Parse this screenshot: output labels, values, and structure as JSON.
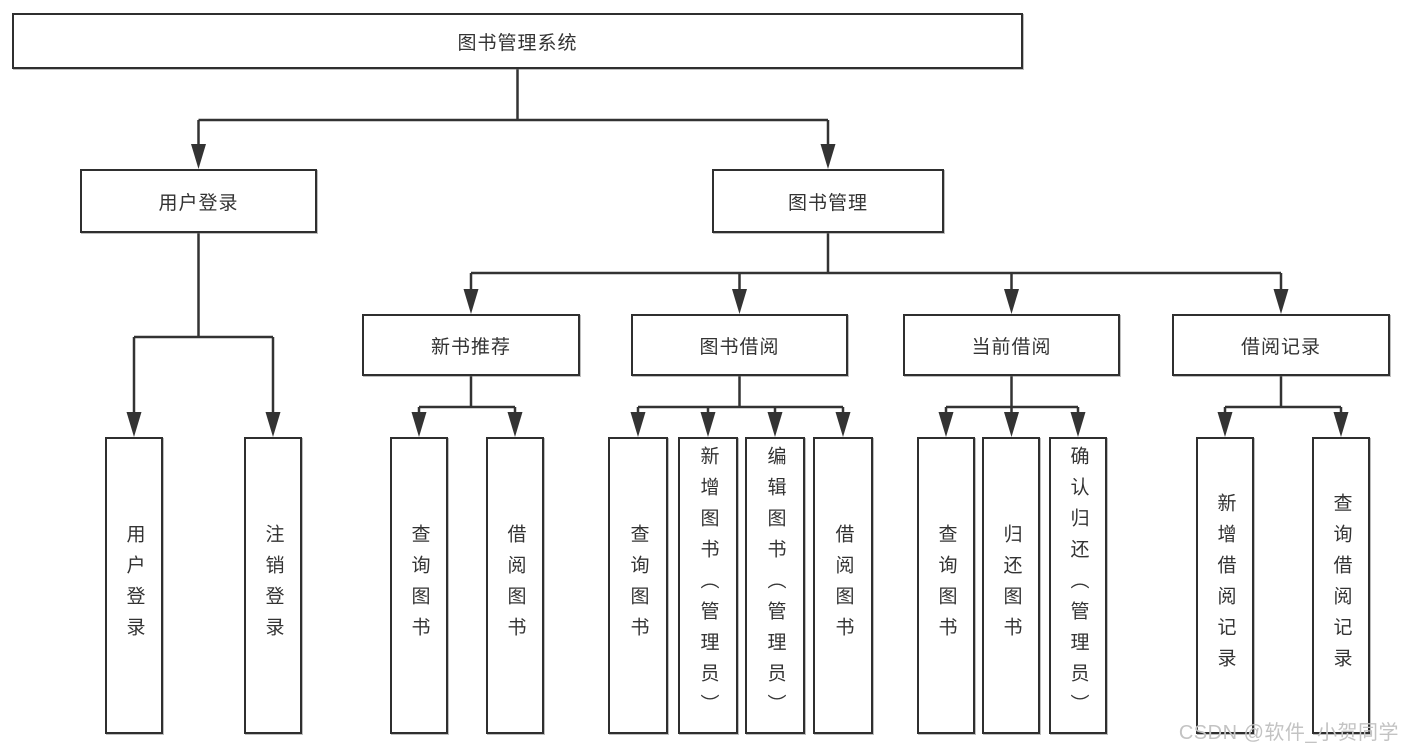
{
  "diagram": {
    "title": "图书管理系统",
    "watermark": "CSDN @软件_小贺同学",
    "colors": {
      "line": "#333333",
      "box_border": "#2f2f2f",
      "text": "#333333",
      "background": "#ffffff",
      "watermark": "#c3c3c3"
    },
    "nodes": {
      "root": {
        "label": "图书管理系统"
      },
      "user_login": {
        "label": "用户登录"
      },
      "book_mgmt": {
        "label": "图书管理"
      },
      "login": {
        "label": "用户登录"
      },
      "logout": {
        "label": "注销登录"
      },
      "new_book_rec": {
        "label": "新书推荐"
      },
      "book_borrow": {
        "label": "图书借阅"
      },
      "current_borrow": {
        "label": "当前借阅"
      },
      "borrow_records": {
        "label": "借阅记录"
      },
      "rec_query": {
        "label": "查询图书"
      },
      "rec_borrow": {
        "label": "借阅图书"
      },
      "bb_query": {
        "label": "查询图书"
      },
      "bb_add": {
        "label": "新增图书（管理员）"
      },
      "bb_edit": {
        "label": "编辑图书（管理员）"
      },
      "bb_borrow": {
        "label": "借阅图书"
      },
      "cb_query": {
        "label": "查询图书"
      },
      "cb_return": {
        "label": "归还图书"
      },
      "cb_confirm": {
        "label": "确认归还（管理员）"
      },
      "br_add": {
        "label": "新增借阅记录"
      },
      "br_query": {
        "label": "查询借阅记录"
      }
    }
  }
}
